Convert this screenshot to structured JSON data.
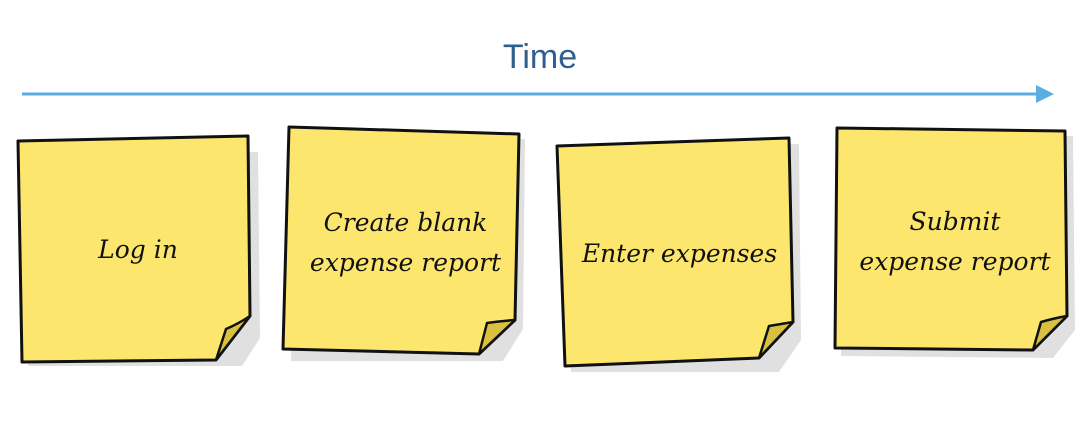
{
  "title": "Time",
  "colors": {
    "arrow": "#5aaee0",
    "title": "#2f5f8f",
    "note": "#fde66e",
    "fold": "#d9c13f",
    "outline": "#111111"
  },
  "notes": [
    {
      "label": "Log in"
    },
    {
      "label": "Create blank expense report"
    },
    {
      "label": "Enter expenses"
    },
    {
      "label": "Submit expense report"
    }
  ]
}
